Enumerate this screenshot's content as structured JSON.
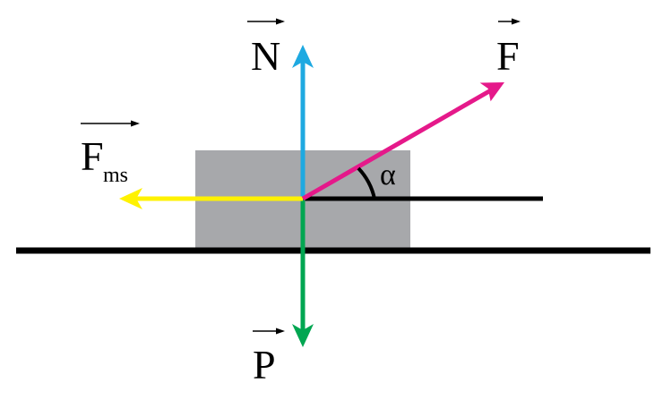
{
  "labels": {
    "normal": "N",
    "applied": "F",
    "friction_main": "F",
    "friction_sub": "ms",
    "weight": "P",
    "angle": "α"
  },
  "colors": {
    "block": "#A7A8AB",
    "ground": "#000000",
    "normal": "#1EA9E1",
    "applied": "#E5198A",
    "friction": "#FFF200",
    "weight": "#00A651",
    "reference": "#000000",
    "angle_arc": "#000000"
  }
}
